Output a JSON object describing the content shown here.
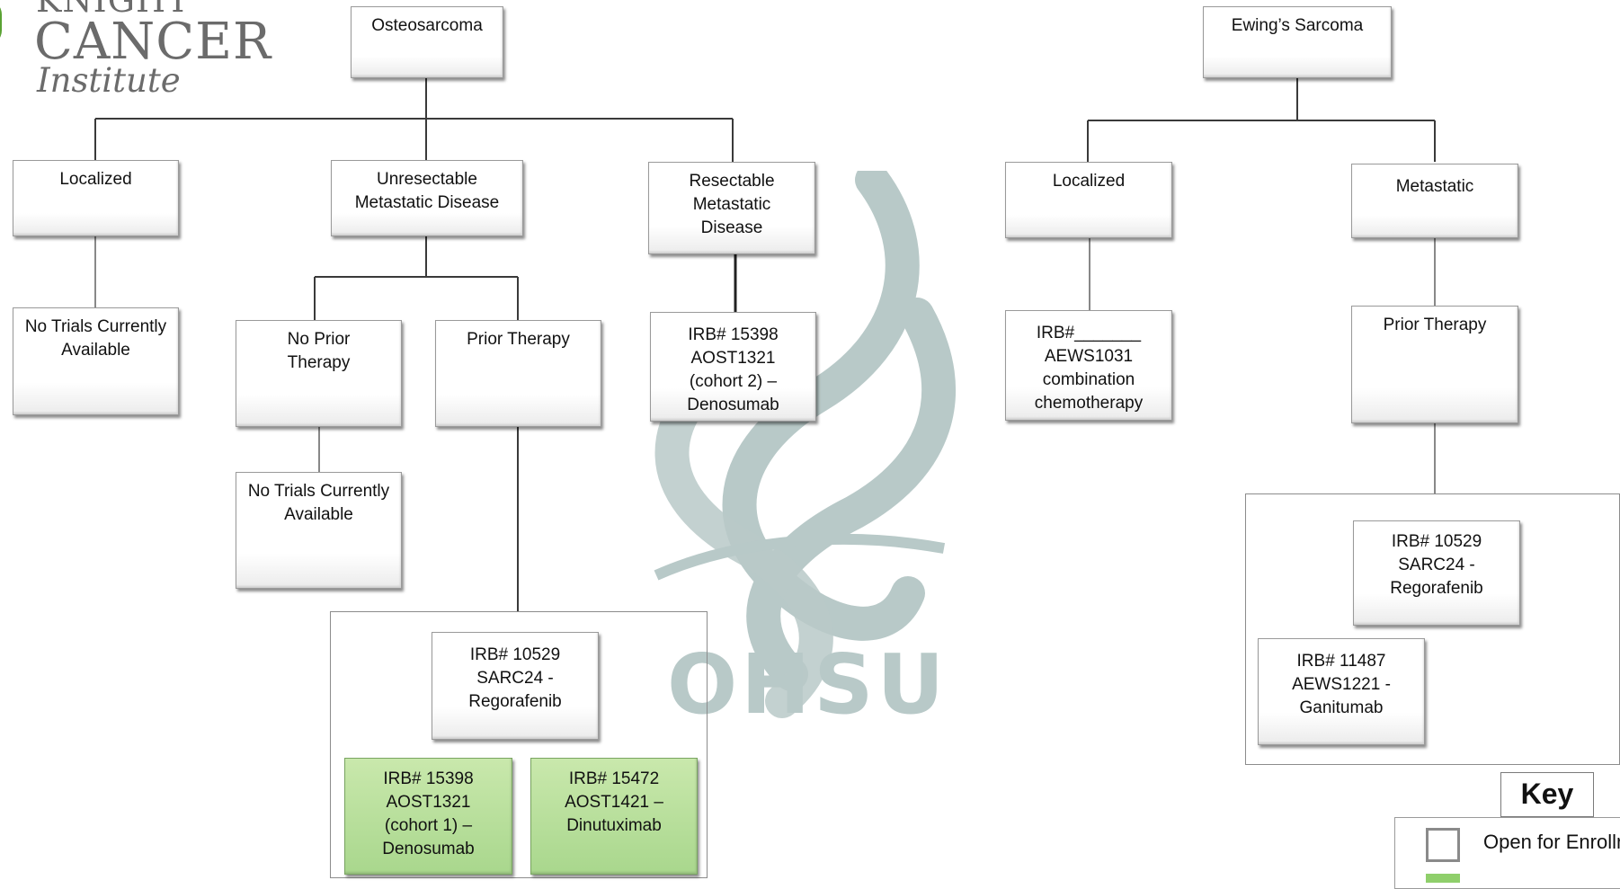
{
  "logo": {
    "line1": "KNIGHT",
    "line2": "CANCER",
    "line3": "Institute"
  },
  "watermark": {
    "text": "OHSU"
  },
  "osteosarcoma": {
    "root": "Osteosarcoma",
    "localized": "Localized",
    "localized_result": "No Trials Currently\nAvailable",
    "unresectable": "Unresectable\nMetastatic Disease",
    "no_prior_therapy": "No Prior\nTherapy",
    "no_prior_result": "No Trials Currently\nAvailable",
    "prior_therapy": "Prior Therapy",
    "resectable": "Resectable\nMetastatic\nDisease",
    "resectable_trial": "IRB# 15398\nAOST1321\n(cohort 2) –\nDenosumab",
    "prior_trial_1": "IRB# 10529\nSARC24 -\nRegorafenib",
    "prior_trial_2": "IRB# 15398\nAOST1321\n(cohort 1) –\nDenosumab",
    "prior_trial_3": "IRB# 15472\nAOST1421 –\nDinutuximab"
  },
  "ewing": {
    "root": "Ewing’s Sarcoma",
    "localized": "Localized",
    "localized_trial": "IRB#_______\nAEWS1031\ncombination\nchemotherapy",
    "metastatic": "Metastatic",
    "prior_therapy": "Prior Therapy",
    "trial_1": "IRB# 10529\nSARC24 -\nRegorafenib",
    "trial_2": "IRB# 11487\nAEWS1221 -\nGanitumab"
  },
  "key": {
    "title": "Key",
    "open_label": "Open for Enrollment"
  },
  "colors": {
    "open_box": "#ffffff",
    "highlight_box": "#a9d78d",
    "watermark": "#b8c9c8",
    "logo_text": "#6b6b6b",
    "logo_mark": "#5aa233"
  }
}
